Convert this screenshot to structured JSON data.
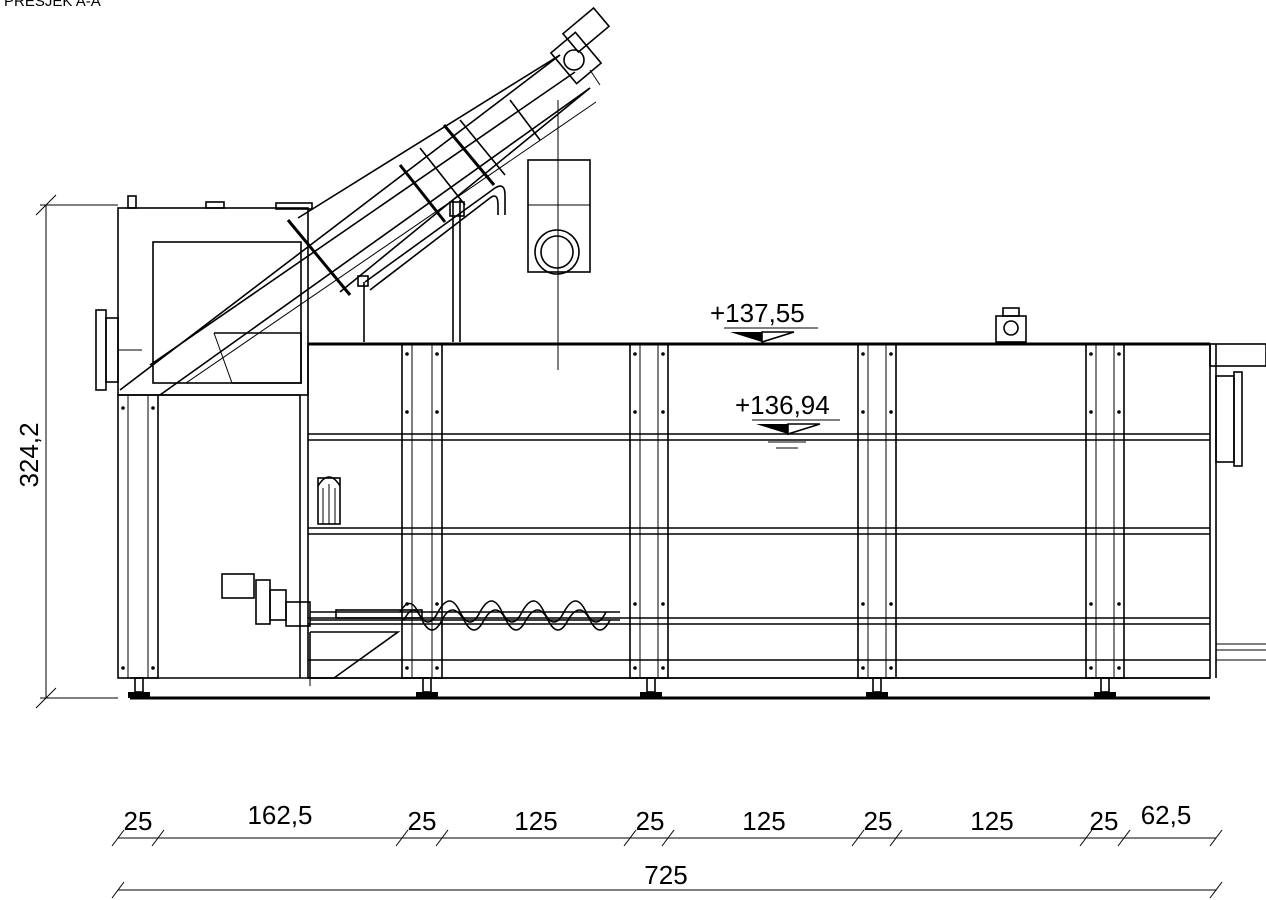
{
  "section_label": "PRESJEK A-A",
  "levels": {
    "top": "+137,55",
    "water": "+136,94"
  },
  "height_dim": "324,2",
  "segment_dims": [
    "25",
    "162,5",
    "25",
    "125",
    "25",
    "125",
    "25",
    "125",
    "25",
    "62,5"
  ],
  "total_dim": "725"
}
